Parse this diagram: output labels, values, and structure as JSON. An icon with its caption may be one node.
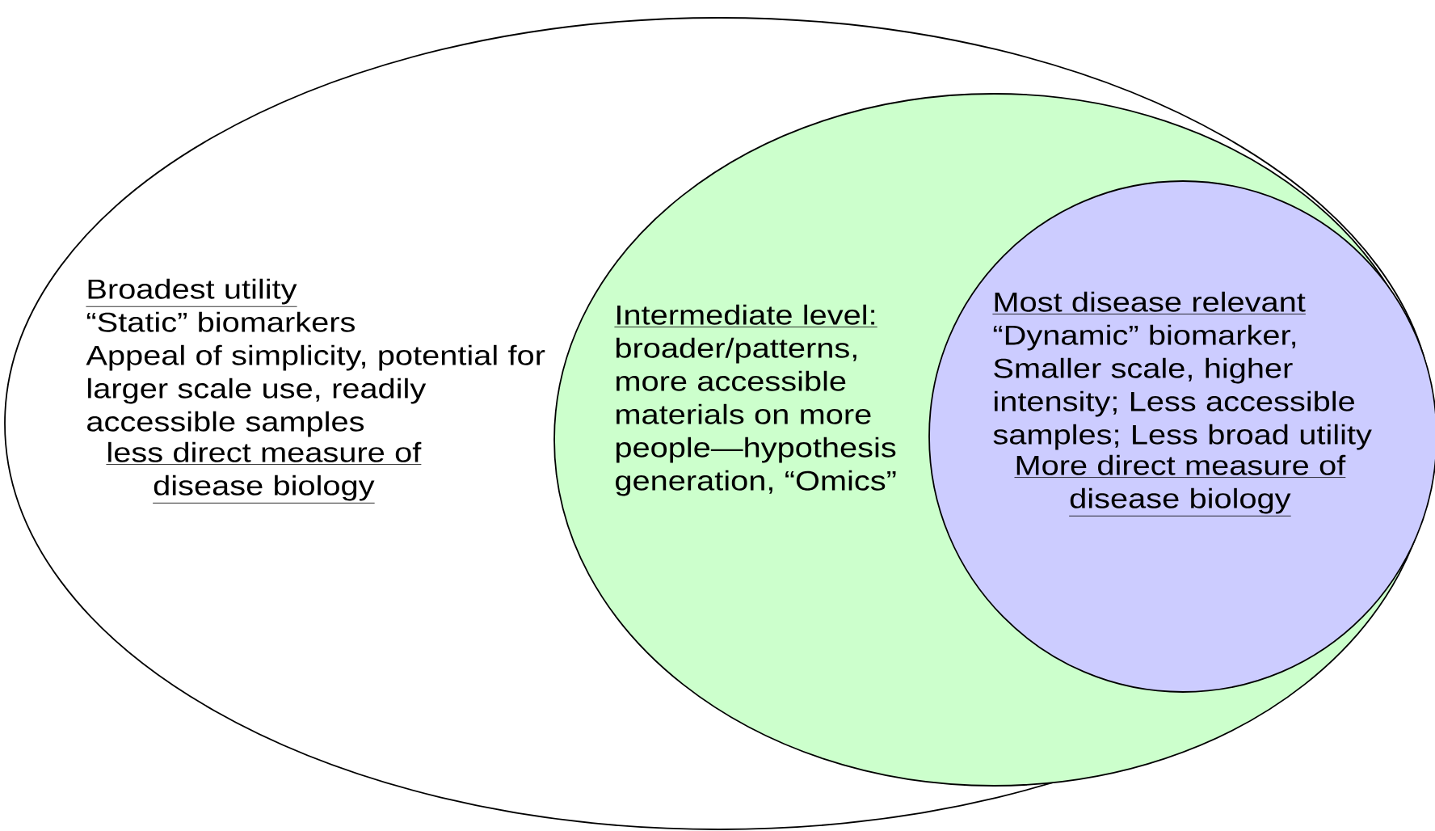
{
  "diagram": {
    "nodes": [
      {
        "text": [
          "Broadest utility",
          "“Static” biomarkers",
          "Appeal of simplicity, potential for larger scale use, readily accessible samples",
          "less direct measure of disease biology"
        ]
      },
      {
        "text": [
          "Intermediate level:",
          "broader/patterns, more accessible materials on more people—hypothesis generation, “Omics”"
        ],
        "in": 0
      },
      {
        "text": [
          "Most disease relevant",
          "“Dynamic” biomarker,",
          "Smaller scale, higher intensity; Less accessible samples; Less broad utility",
          "More direct measure of disease biology"
        ],
        "in": 1
      }
    ]
  }
}
